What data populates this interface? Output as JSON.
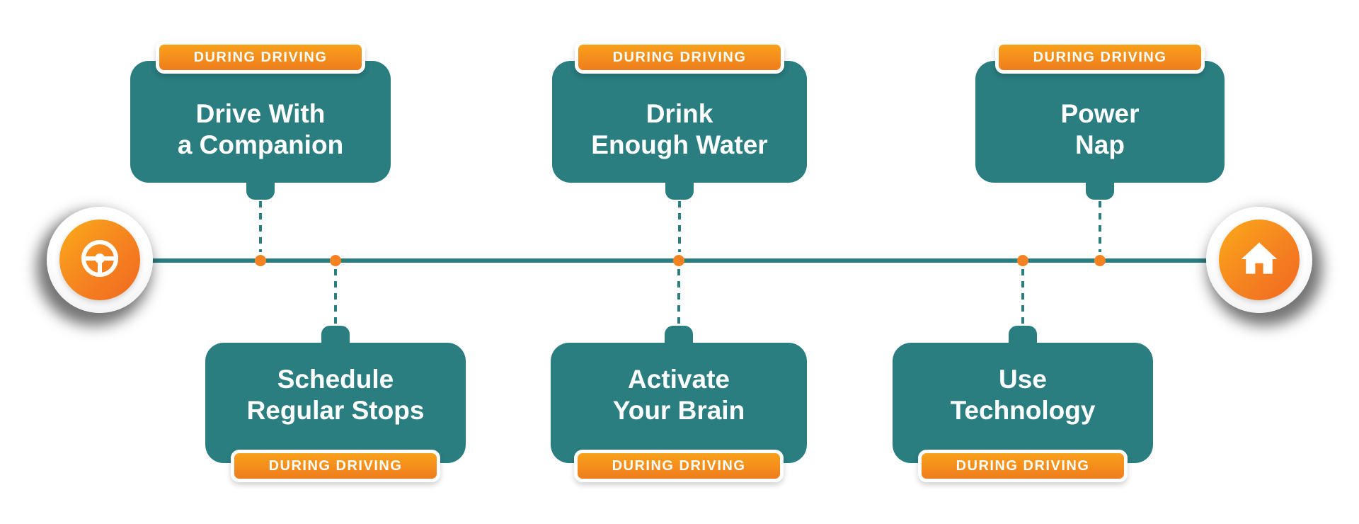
{
  "infographic": {
    "theme": "driving safety tips timeline",
    "colors": {
      "teal": "#2a7e80",
      "orange": "#f58220",
      "orange_light": "#f9a11b",
      "white": "#ffffff"
    },
    "endpoints": {
      "start_icon": "steering-wheel",
      "end_icon": "home"
    },
    "items": [
      {
        "badge": "DURING DRIVING",
        "line1": "Drive With",
        "line2": "a Companion",
        "position": "top"
      },
      {
        "badge": "DURING DRIVING",
        "line1": "Drink",
        "line2": "Enough Water",
        "position": "top"
      },
      {
        "badge": "DURING DRIVING",
        "line1": "Power",
        "line2": "Nap",
        "position": "top"
      },
      {
        "badge": "DURING DRIVING",
        "line1": "Schedule",
        "line2": "Regular Stops",
        "position": "bottom"
      },
      {
        "badge": "DURING DRIVING",
        "line1": "Activate",
        "line2": "Your Brain",
        "position": "bottom"
      },
      {
        "badge": "DURING DRIVING",
        "line1": "Use",
        "line2": "Technology",
        "position": "bottom"
      }
    ]
  }
}
